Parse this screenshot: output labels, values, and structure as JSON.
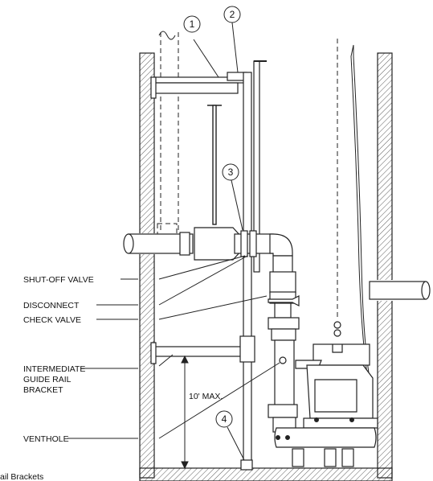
{
  "callouts": [
    "1",
    "2",
    "3",
    "4"
  ],
  "labels": {
    "shut_off_valve": "SHUT-OFF VALVE",
    "disconnect": "DISCONNECT",
    "check_valve": "CHECK VALVE",
    "intermediate_1": "INTERMEDIATE",
    "intermediate_2": "GUIDE RAIL",
    "intermediate_3": "BRACKET",
    "venthole": "VENTHOLE",
    "max_distance": "10' MAX.",
    "caption_fragment": "ail Brackets"
  },
  "colors": {
    "line": "#222222",
    "background": "#ffffff"
  }
}
